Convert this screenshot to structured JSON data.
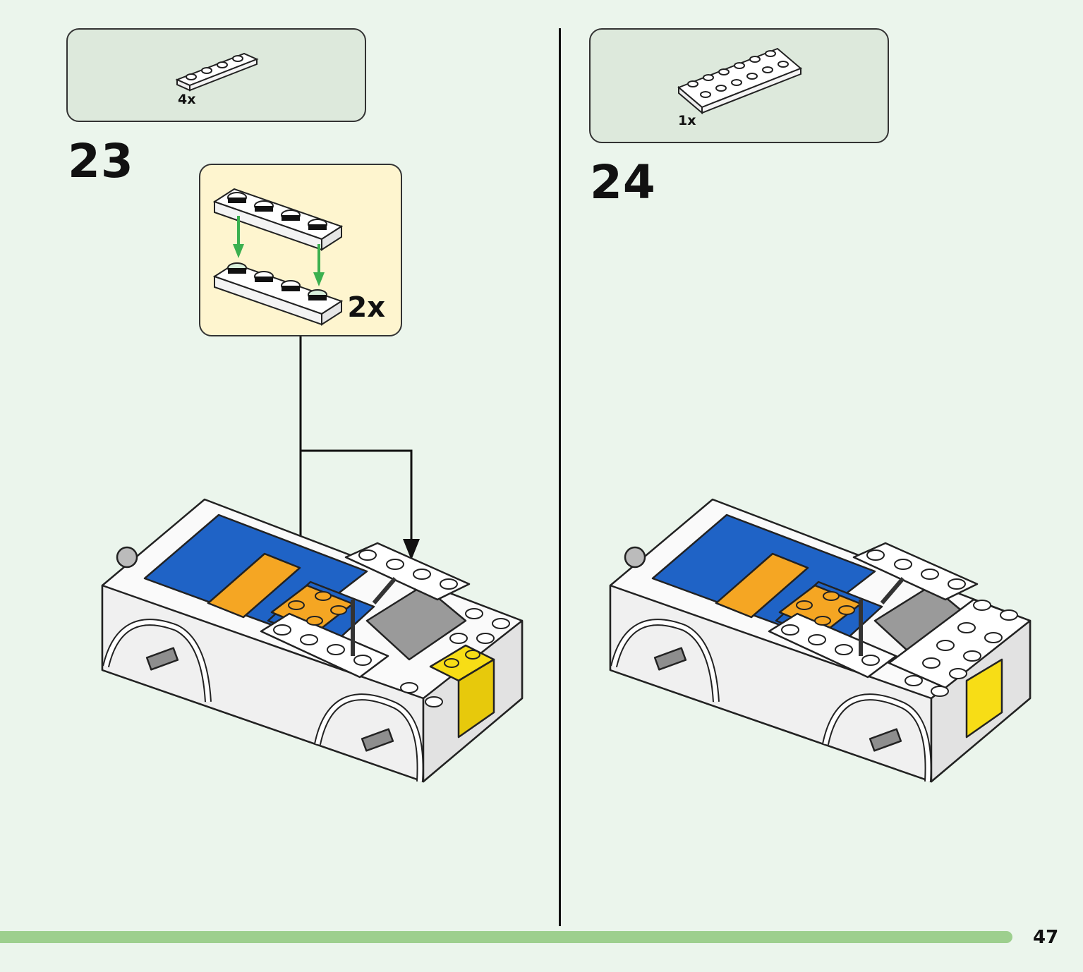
{
  "steps": [
    {
      "number": "23",
      "parts_qty": "4x",
      "callout_qty": "2x"
    },
    {
      "number": "24",
      "parts_qty": "1x"
    }
  ],
  "page_number": "47",
  "colors": {
    "background": "#ebf5ec",
    "parts_box": "#dde9dc",
    "callout": "#fef5cf",
    "footer_bar": "#9dcf8e",
    "blue": "#1f63c6",
    "orange": "#f5a623",
    "yellow": "#f7dd16",
    "grey": "#8e8e8e",
    "green_arrow": "#3bb04f"
  },
  "icons": [
    "plate-1x4-icon",
    "plate-2x6-icon",
    "car-model-icon",
    "assembly-arrow-icon",
    "stack-arrow-icon"
  ]
}
